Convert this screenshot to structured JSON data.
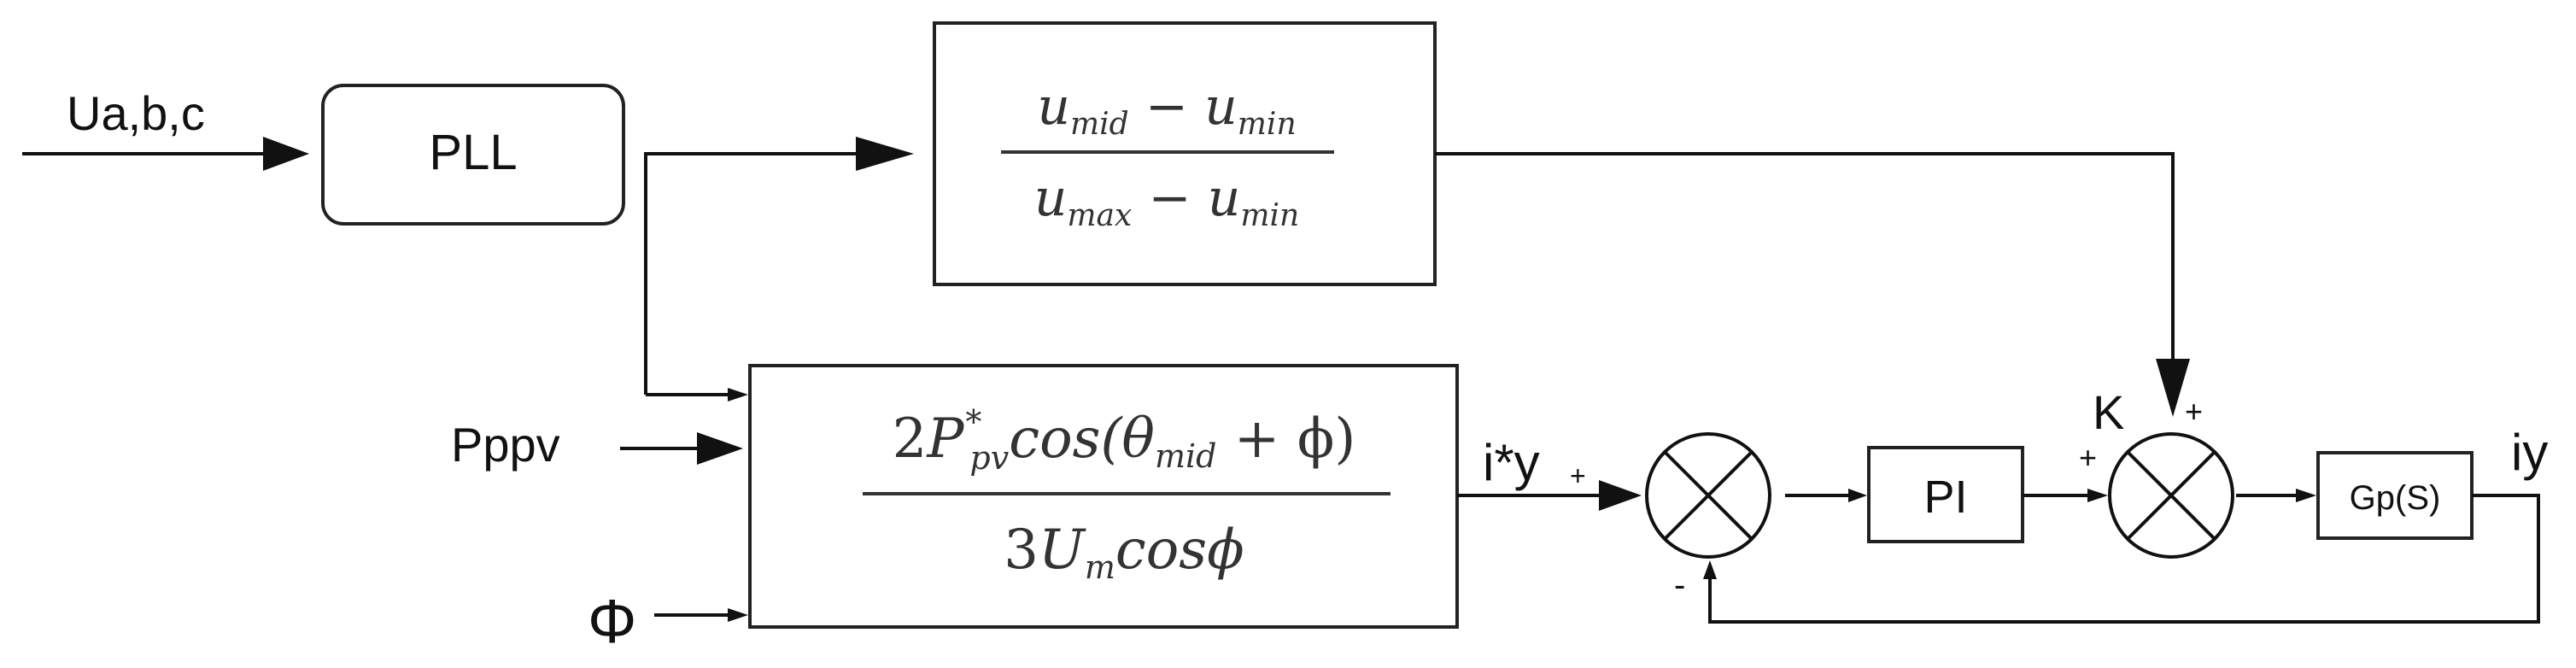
{
  "inputs": {
    "voltage_label": "Ua,b,c",
    "power_label": "Pppv",
    "phase_label": "Φ"
  },
  "blocks": {
    "pll_label": "PLL",
    "ratio_formula": {
      "numerator": {
        "a": "u",
        "a_sub": "mid",
        "op": " − ",
        "b": "u",
        "b_sub": "min"
      },
      "denominator": {
        "a": "u",
        "a_sub": "max",
        "op": " − ",
        "b": "u",
        "b_sub": "min"
      }
    },
    "current_formula": {
      "numerator": {
        "coef": "2",
        "sym": "P",
        "sup": "*",
        "sub": "pv",
        "func": "cos(",
        "theta": "θ",
        "theta_sub": "mid",
        "rest": " + ϕ)"
      },
      "denominator": {
        "coef": "3",
        "sym": "U",
        "sub": "m",
        "func": "cosϕ"
      }
    },
    "pi_label": "PI",
    "plant_label": "Gp(S)"
  },
  "signals": {
    "reference_label": "i*y",
    "output_label": "iy",
    "gain_label": "K"
  },
  "signs": {
    "sum1_plus": "+",
    "sum1_minus": "-",
    "sum2_plus_left": "+",
    "sum2_plus_top": "+"
  }
}
